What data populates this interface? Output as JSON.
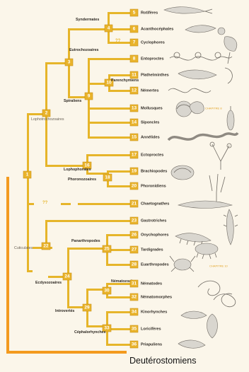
{
  "taxa": [
    {
      "num": "5",
      "name": "Rotifères"
    },
    {
      "num": "6",
      "name": "Acanthocéphales"
    },
    {
      "num": "7",
      "name": "Cyclophores"
    },
    {
      "num": "8",
      "name": "Entoproctes"
    },
    {
      "num": "11",
      "name": "Plathelminthes"
    },
    {
      "num": "12",
      "name": "Némertes"
    },
    {
      "num": "13",
      "name": "Mollusques"
    },
    {
      "num": "14",
      "name": "Siponcles"
    },
    {
      "num": "15",
      "name": "Annélides"
    },
    {
      "num": "17",
      "name": "Ectoproctes"
    },
    {
      "num": "19",
      "name": "Brachiopodes"
    },
    {
      "num": "20",
      "name": "Phoronidiens"
    },
    {
      "num": "21",
      "name": "Chaetognathes"
    },
    {
      "num": "23",
      "name": "Gastrotriches"
    },
    {
      "num": "26",
      "name": "Onychophores"
    },
    {
      "num": "27",
      "name": "Tardigrades"
    },
    {
      "num": "28",
      "name": "Euarthropodes"
    },
    {
      "num": "31",
      "name": "Nématodes"
    },
    {
      "num": "32",
      "name": "Nématomorphes"
    },
    {
      "num": "34",
      "name": "Kinorhynches"
    },
    {
      "num": "35",
      "name": "Loricifères"
    },
    {
      "num": "36",
      "name": "Priapuliens"
    }
  ],
  "nodes": [
    "1",
    "2",
    "3",
    "4",
    "9",
    "10",
    "16",
    "18",
    "22",
    "24",
    "25",
    "29",
    "30",
    "33"
  ],
  "clades": {
    "syndermates": "Syndermates",
    "eutrochozoaires": "Eutrochozoaires",
    "parenchymiens": "Parenchymiens",
    "spiraliens": "Spiraliens",
    "lophotrochozoaires": "Lophotrochozoaires",
    "lophophorates": "Lophophorates",
    "phoronozoaires": "Phoronozoaires",
    "cuticulates": "Cuticulates",
    "panarthropodes": "Panarthropodes",
    "ecdysozoaires": "Ecdysozoaires",
    "nematozoaires": "Nématozoaires",
    "introvertes": "Introvertés",
    "cephalorhynches": "Céphalorhynches"
  },
  "uncertain_mark": "??",
  "chapter_notes": {
    "mollusques": "CHAPITRE 8",
    "euarthropodes": "CHAPITRE 10"
  },
  "bottom_label": "Deutérostomiens",
  "colors": {
    "branch": "#e6b52a",
    "accent": "#f39a1e",
    "background": "#fbf6ea"
  }
}
